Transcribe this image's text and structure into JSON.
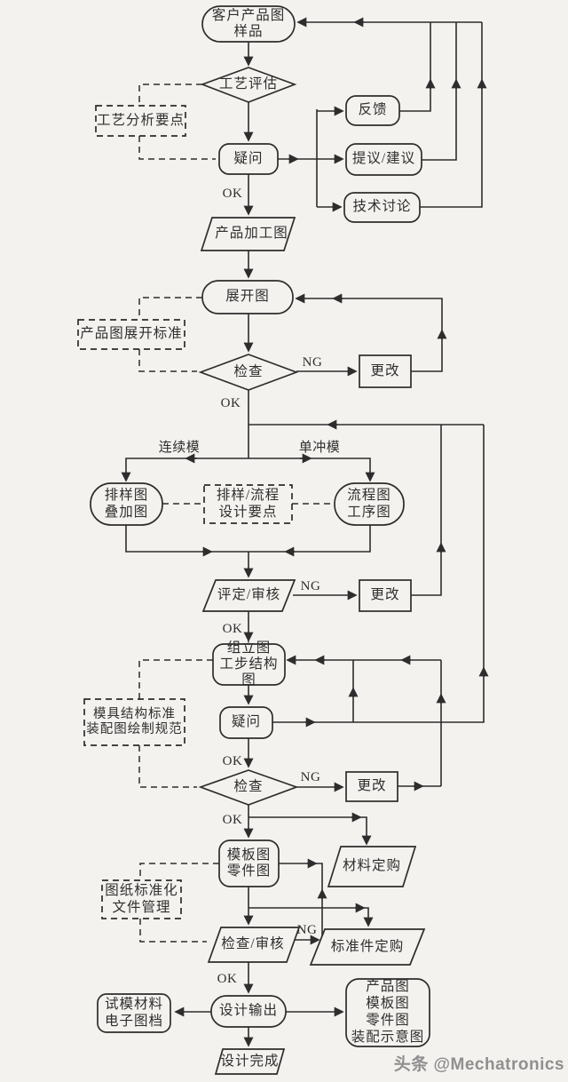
{
  "page": {
    "watermark": "头条 @Mechatronics",
    "background": "#f4f2ef",
    "line_color": "#2d2d2d",
    "text_color": "#2e2e2e"
  },
  "labels": {
    "ok": "OK",
    "ng": "NG",
    "continuous_die": "连续模",
    "single_punch_die": "单冲模"
  },
  "nodes": {
    "start": "客户产品图\n样品",
    "process_eval": "工艺评估",
    "process_analysis_points": "工艺分析要点",
    "question1": "疑问",
    "feedback": "反馈",
    "suggestion": "提议/建议",
    "tech_discussion": "技术讨论",
    "product_process_drawing": "产品加工图",
    "unfold_drawing": "展开图",
    "unfold_standard": "产品图展开标准",
    "check1": "检查",
    "change1": "更改",
    "layout_overlay": "排样图\n叠加图",
    "layout_points": "排样/流程\n设计要点",
    "flow_operation": "流程图\n工序图",
    "review": "评定/审核",
    "change2": "更改",
    "assembly": "组立图\n工步结构图",
    "mold_standard": "模具结构标准\n装配图绘制规范",
    "question2": "疑问",
    "check2": "检查",
    "change3": "更改",
    "template_part": "模板图\n零件图",
    "material_order": "材料定购",
    "drawing_standard": "图纸标准化\n文件管理",
    "check_review": "检查/审核",
    "std_parts_order": "标准件定购",
    "trial_material": "试模材料\n电子图档",
    "design_output": "设计输出",
    "deliverables": "产品图\n模板图\n零件图\n装配示意图",
    "design_complete": "设计完成"
  }
}
